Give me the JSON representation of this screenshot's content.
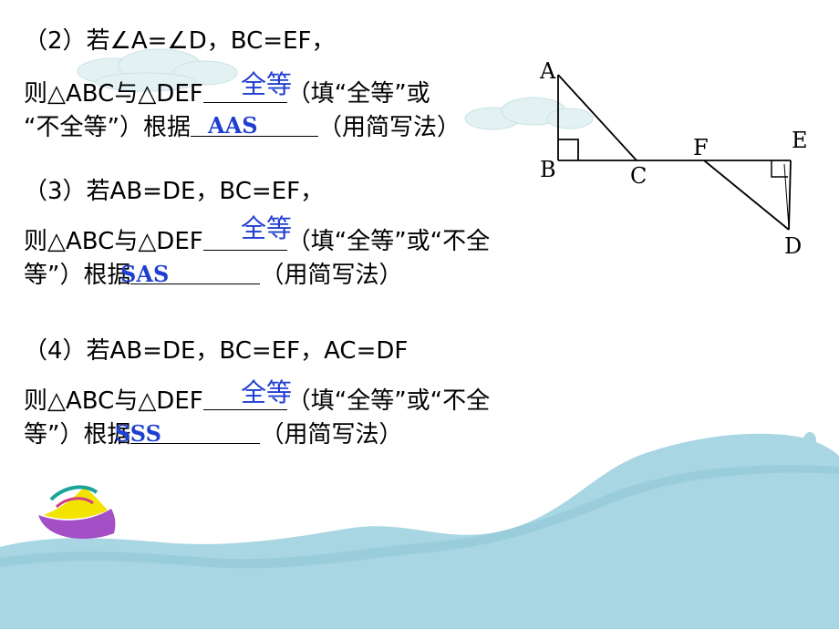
{
  "colors": {
    "answer": "#1f3fd0",
    "wave": "#a9d6e3",
    "wave_dark": "#8cc4d4"
  },
  "decorations": [
    "cloud-icon",
    "boat-icon",
    "wave-background",
    "dot-icon"
  ],
  "q2": {
    "condition": "（2）若∠A=∠D，BC=EF，",
    "line1_a": "则△ABC与△DEF",
    "line1_b": "（填“全等”或",
    "line2_a": "“不全等”）根据",
    "line2_b": "（用简写法）",
    "answer_congruent": "全等",
    "answer_reason": "AAS"
  },
  "q3": {
    "condition": "（3）若AB=DE，BC=EF，",
    "line1_a": "则△ABC与△DEF",
    "line1_b": "（填“全等”或“不全",
    "line2_a": "等”）根据",
    "line2_b": "（用简写法）",
    "answer_congruent": "全等",
    "answer_reason": "SAS"
  },
  "q4": {
    "condition": "（4）若AB=DE，BC=EF，AC=DF",
    "line1_a": "则△ABC与△DEF",
    "line1_b": "（填“全等”或“不全",
    "line2_a": "等”）根据",
    "line2_b": "（用简写法）",
    "answer_congruent": "全等",
    "answer_reason": "SSS"
  },
  "figure": {
    "labels": {
      "A": "A",
      "B": "B",
      "C": "C",
      "D": "D",
      "E": "E",
      "F": "F"
    }
  }
}
